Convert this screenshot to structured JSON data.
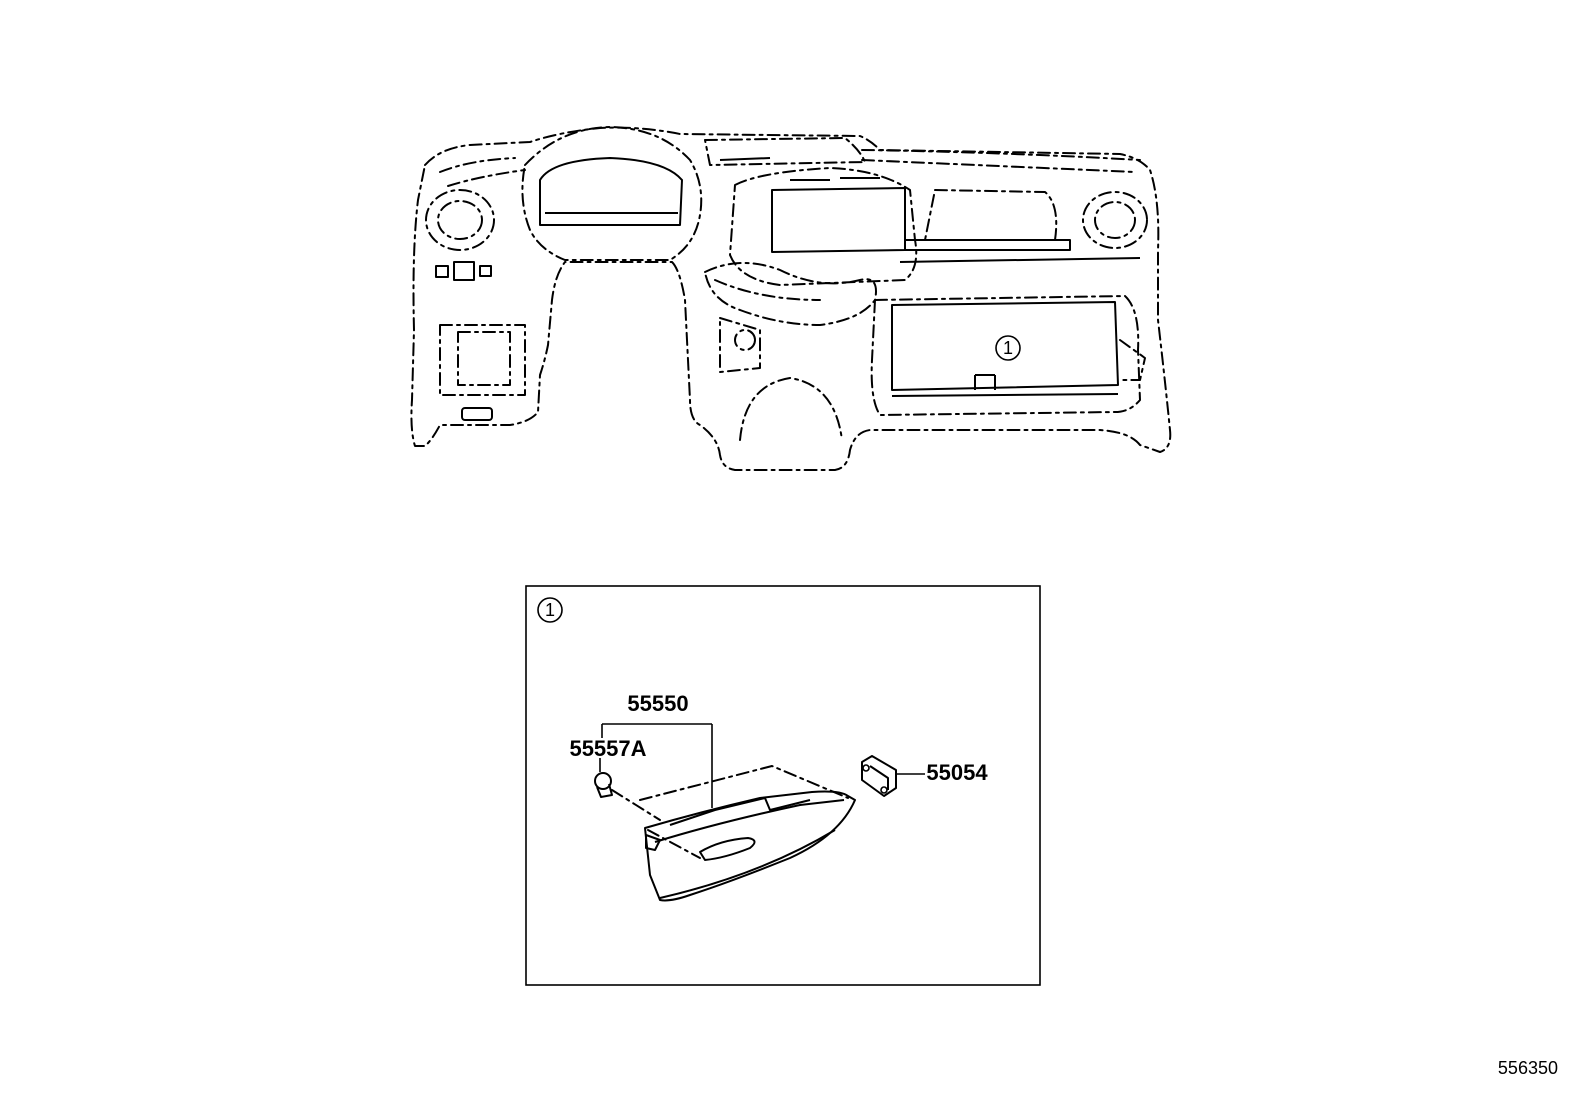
{
  "callouts": {
    "overview_marker": "1",
    "detail_marker": "1"
  },
  "parts": {
    "glove_box_assy": "55550",
    "stopper": "55557A",
    "hinge_lock": "55054"
  },
  "diagram_ref": "556350"
}
